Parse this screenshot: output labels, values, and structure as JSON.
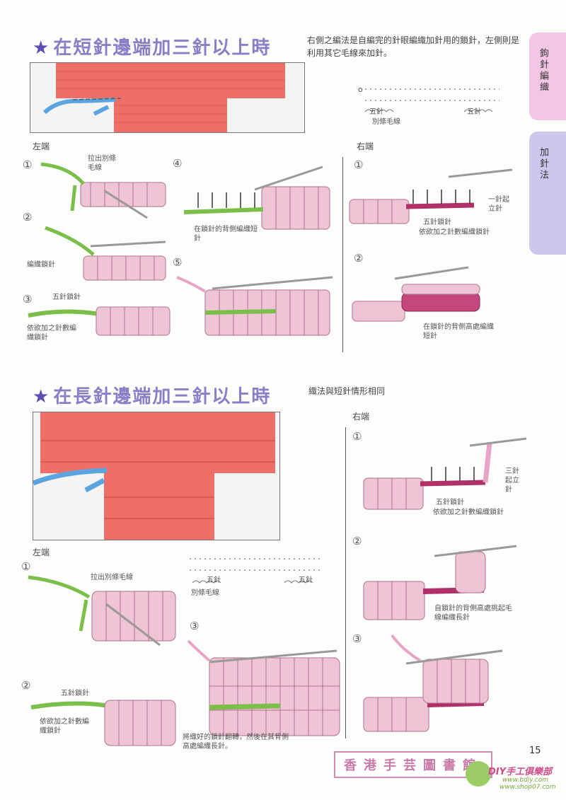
{
  "section1": {
    "title": "在短針邊端加三針以上時",
    "note": "右側之編法是自編完的針眼編織加針用的鎖針，左側則是利用其它毛線來加針。",
    "left_label": "左端",
    "right_label": "右端",
    "chart_five_left": "五針",
    "chart_five_right": "五針",
    "chart_other_yarn": "別條毛線",
    "steps_left": [
      {
        "num": "①",
        "caption": "拉出別條毛線"
      },
      {
        "num": "②",
        "caption": "編織鎖針"
      },
      {
        "num": "③",
        "caption_top": "五針鎖針",
        "caption": "依欲加之針數編織鎖針"
      },
      {
        "num": "④",
        "caption": "在鎖針的背側編織短針"
      },
      {
        "num": "⑤",
        "caption": ""
      }
    ],
    "steps_right": [
      {
        "num": "①",
        "caption_a": "五針鎖針",
        "caption_b": "依欲加之針數編織鎖針",
        "caption_side": "一針起立針"
      },
      {
        "num": "②",
        "caption": "在鎖針的背側高處編織短針"
      }
    ]
  },
  "section2": {
    "title": "在長針邊端加三針以上時",
    "note": "織法與短針情形相同",
    "left_label": "左端",
    "right_label": "右端",
    "chart_other_yarn": "別條毛線",
    "chart_five_left": "五針",
    "chart_five_right": "五針",
    "steps_left": [
      {
        "num": "①",
        "caption": "拉出別條毛線"
      },
      {
        "num": "②",
        "caption_top": "五針鎖針",
        "caption": "依欲加之針數編織鎖針"
      },
      {
        "num": "③",
        "caption": "將織好的鎖針翻轉，然後在其背側高處編織長針。"
      }
    ],
    "steps_right": [
      {
        "num": "①",
        "caption_a": "五針鎖針",
        "caption_b": "依欲加之針數編織鎖針",
        "caption_side": "三針起立針"
      },
      {
        "num": "②",
        "caption": "自鎖針的背側高處挑起毛線編織長針"
      },
      {
        "num": "③",
        "caption": ""
      }
    ]
  },
  "tabs": [
    {
      "label": "鉤針編織",
      "color": "#f4c6e4"
    },
    {
      "label": "加針法",
      "color": "#cfc6ee"
    }
  ],
  "page_number": "15",
  "stamp_text": "香港手芸圖書館",
  "watermark": {
    "brand": "DIY手工俱樂部",
    "url1": "www.bdiy.com",
    "url2": "www.shop07.com"
  },
  "colors": {
    "yarn_pink": "#e8a4c6",
    "yarn_green": "#7bbf4a",
    "fabric_red": "#ee6f6b",
    "accent": "#8a7fc6"
  }
}
